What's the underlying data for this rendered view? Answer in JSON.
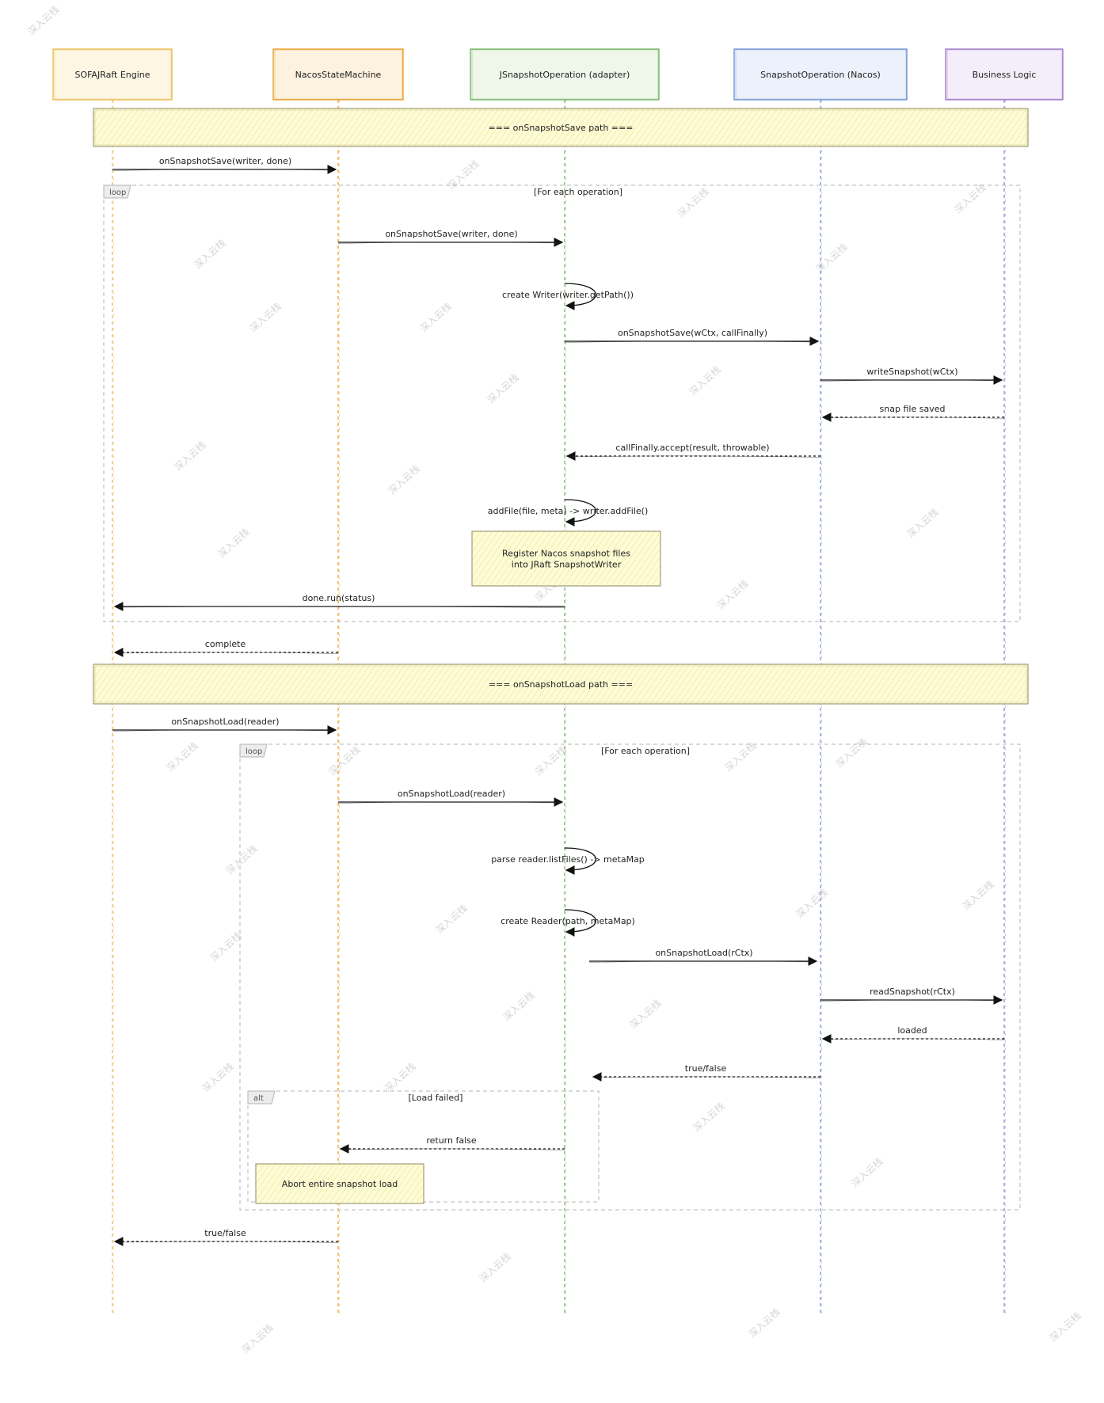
{
  "participants": [
    {
      "id": "engine",
      "label": "SOFAJRaft Engine",
      "color": "#e8b84a",
      "fill": "#fdf6e3"
    },
    {
      "id": "nsm",
      "label": "NacosStateMachine",
      "color": "#e59a1c",
      "fill": "#fdf1df"
    },
    {
      "id": "jso",
      "label": "JSnapshotOperation (adapter)",
      "color": "#6cb25a",
      "fill": "#eef7ea"
    },
    {
      "id": "so",
      "label": "SnapshotOperation (Nacos)",
      "color": "#6a8fd2",
      "fill": "#ecf1fb"
    },
    {
      "id": "biz",
      "label": "Business Logic",
      "color": "#9a72c4",
      "fill": "#f4eefa"
    }
  ],
  "dividers": [
    {
      "label": "=== onSnapshotSave path ==="
    },
    {
      "label": "=== onSnapshotLoad path ==="
    }
  ],
  "frames": [
    {
      "keyword": "loop",
      "guard": "[For each operation]"
    },
    {
      "keyword": "loop",
      "guard": "[For each operation]"
    },
    {
      "keyword": "alt",
      "guard": "[Load failed]"
    }
  ],
  "notes": [
    {
      "lines": [
        "Register Nacos snapshot files",
        "into JRaft SnapshotWriter"
      ]
    },
    {
      "lines": [
        "Abort entire snapshot load"
      ]
    }
  ],
  "messages": [
    {
      "label": "onSnapshotSave(writer, done)",
      "from": "engine",
      "to": "nsm",
      "style": "solid"
    },
    {
      "label": "onSnapshotSave(writer, done)",
      "from": "nsm",
      "to": "jso",
      "style": "solid"
    },
    {
      "label": "create Writer(writer.getPath())",
      "from": "jso",
      "to": "jso",
      "style": "self"
    },
    {
      "label": "onSnapshotSave(wCtx, callFinally)",
      "from": "jso",
      "to": "so",
      "style": "solid"
    },
    {
      "label": "writeSnapshot(wCtx)",
      "from": "so",
      "to": "biz",
      "style": "solid"
    },
    {
      "label": "snap file saved",
      "from": "biz",
      "to": "so",
      "style": "dashed"
    },
    {
      "label": "callFinally.accept(result, throwable)",
      "from": "so",
      "to": "jso",
      "style": "dashed"
    },
    {
      "label": "addFile(file, meta) -> writer.addFile()",
      "from": "jso",
      "to": "jso",
      "style": "self"
    },
    {
      "label": "done.run(status)",
      "from": "jso",
      "to": "engine",
      "style": "solid"
    },
    {
      "label": "complete",
      "from": "nsm",
      "to": "engine",
      "style": "dashed"
    },
    {
      "label": "onSnapshotLoad(reader)",
      "from": "engine",
      "to": "nsm",
      "style": "solid"
    },
    {
      "label": "onSnapshotLoad(reader)",
      "from": "nsm",
      "to": "jso",
      "style": "solid"
    },
    {
      "label": "parse reader.listFiles() -> metaMap",
      "from": "jso",
      "to": "jso",
      "style": "self"
    },
    {
      "label": "create Reader(path, metaMap)",
      "from": "jso",
      "to": "jso",
      "style": "self"
    },
    {
      "label": "onSnapshotLoad(rCtx)",
      "from": "jso",
      "to": "so",
      "style": "solid"
    },
    {
      "label": "readSnapshot(rCtx)",
      "from": "so",
      "to": "biz",
      "style": "solid"
    },
    {
      "label": "loaded",
      "from": "biz",
      "to": "so",
      "style": "dashed"
    },
    {
      "label": "true/false",
      "from": "so",
      "to": "jso",
      "style": "dashed"
    },
    {
      "label": "return false",
      "from": "jso",
      "to": "nsm",
      "style": "dashed"
    },
    {
      "label": "true/false",
      "from": "nsm",
      "to": "engine",
      "style": "dashed"
    }
  ],
  "watermark": "深入云栈"
}
